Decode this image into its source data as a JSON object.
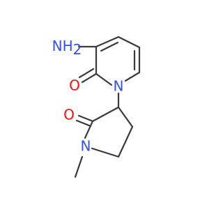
{
  "molecule": {
    "colors": {
      "bond": "#3a3a3a",
      "nitrogen": "#3050f8",
      "oxygen": "#ff0d0d"
    },
    "labels": {
      "amine_n": "NH",
      "amine_h_subscript": "2",
      "ring_n_pyridone": "N",
      "carbonyl_o_pyridone": "O",
      "carbonyl_o_lactam": "O",
      "ring_n_lactam": "N"
    }
  }
}
